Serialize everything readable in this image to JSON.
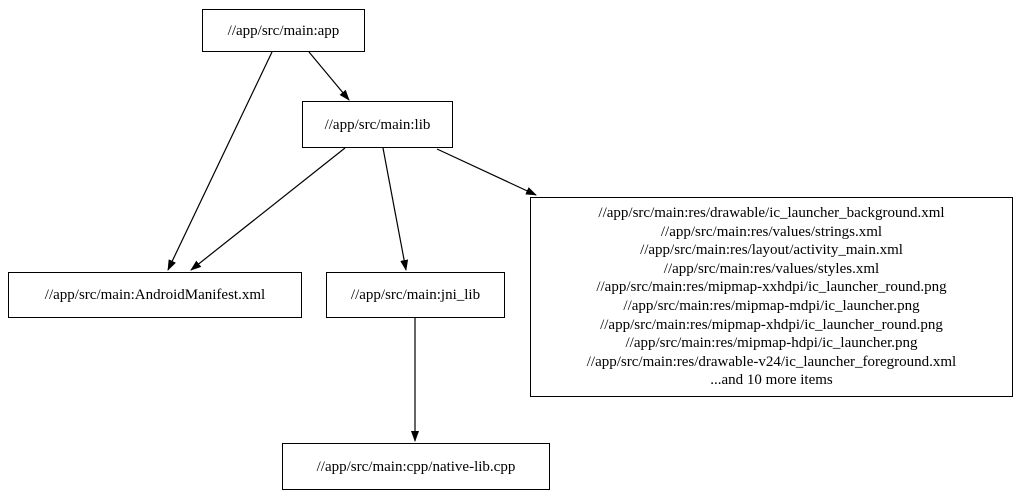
{
  "graph": {
    "type": "dependency-graph",
    "colors": {
      "background": "#ffffff",
      "node_fill": "#ffffff",
      "node_border": "#000000",
      "text": "#000000",
      "edge": "#000000"
    },
    "nodes": {
      "app": {
        "label": "//app/src/main:app"
      },
      "lib": {
        "label": "//app/src/main:lib"
      },
      "manifest": {
        "label": "//app/src/main:AndroidManifest.xml"
      },
      "jni_lib": {
        "label": "//app/src/main:jni_lib"
      },
      "native_cpp": {
        "label": "//app/src/main:cpp/native-lib.cpp"
      },
      "res_group": {
        "lines": [
          "//app/src/main:res/drawable/ic_launcher_background.xml",
          "//app/src/main:res/values/strings.xml",
          "//app/src/main:res/layout/activity_main.xml",
          "//app/src/main:res/values/styles.xml",
          "//app/src/main:res/mipmap-xxhdpi/ic_launcher_round.png",
          "//app/src/main:res/mipmap-mdpi/ic_launcher.png",
          "//app/src/main:res/mipmap-xhdpi/ic_launcher_round.png",
          "//app/src/main:res/mipmap-hdpi/ic_launcher.png",
          "//app/src/main:res/drawable-v24/ic_launcher_foreground.xml",
          "...and 10 more items"
        ]
      }
    },
    "edges": [
      {
        "from": "//app/src/main:app",
        "to": "//app/src/main:lib"
      },
      {
        "from": "//app/src/main:app",
        "to": "//app/src/main:AndroidManifest.xml"
      },
      {
        "from": "//app/src/main:lib",
        "to": "//app/src/main:AndroidManifest.xml"
      },
      {
        "from": "//app/src/main:lib",
        "to": "//app/src/main:jni_lib"
      },
      {
        "from": "//app/src/main:lib",
        "to": "res-file-group"
      },
      {
        "from": "//app/src/main:jni_lib",
        "to": "//app/src/main:cpp/native-lib.cpp"
      }
    ]
  }
}
